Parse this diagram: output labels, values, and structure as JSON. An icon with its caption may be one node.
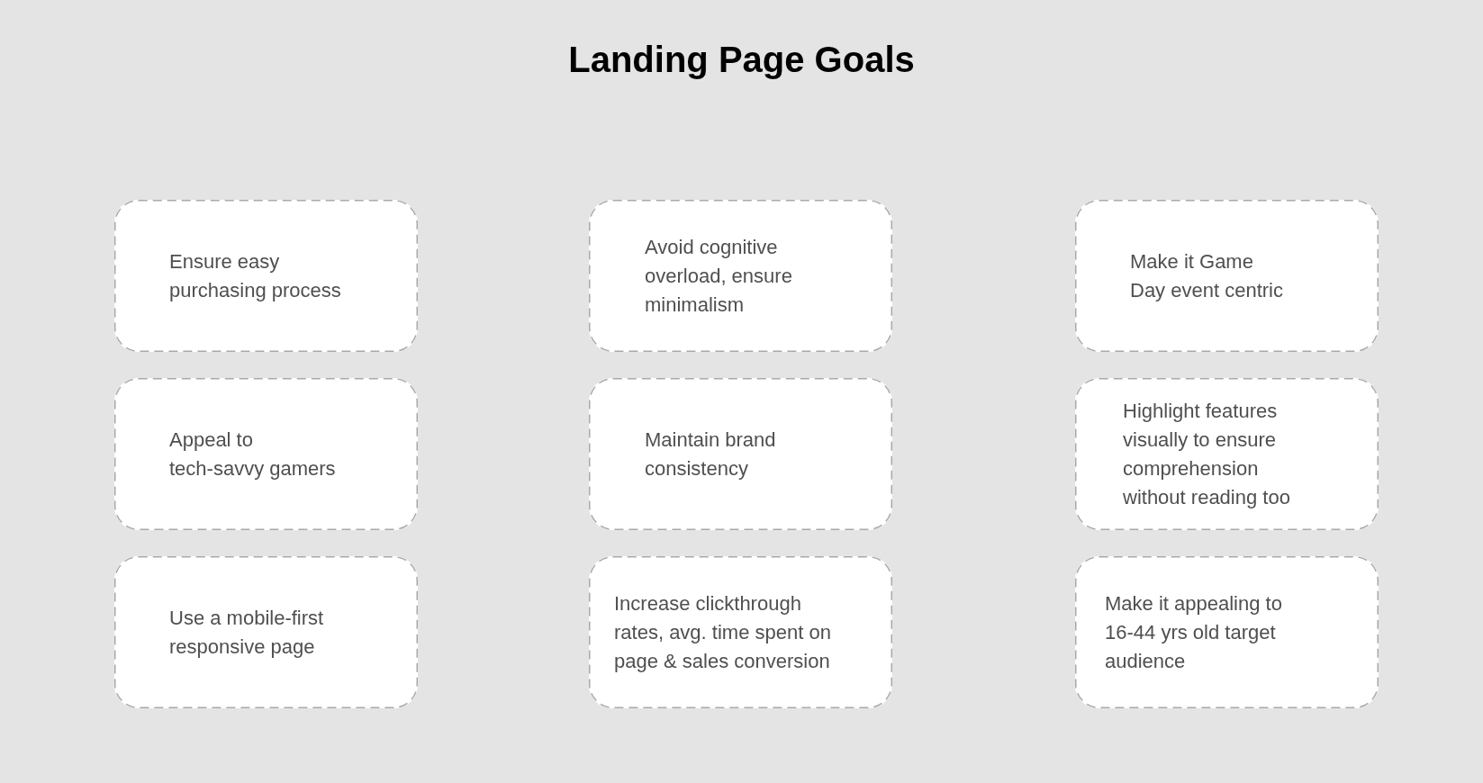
{
  "diagram": {
    "title": "Landing Page Goals",
    "nodes": [
      {
        "text": [
          "Ensure easy purchasing process"
        ]
      },
      {
        "text": [
          "Avoid cognitive overload, ensure minimalism"
        ]
      },
      {
        "text": [
          "Make it Game Day event centric"
        ]
      },
      {
        "text": [
          "Appeal to tech-savvy gamers"
        ]
      },
      {
        "text": [
          "Maintain brand consistency"
        ]
      },
      {
        "text": [
          "Highlight features visually to ensure comprehension without reading too"
        ]
      },
      {
        "text": [
          "Use a mobile-first responsive page"
        ]
      },
      {
        "text": [
          "Increase clickthrough rates, avg. time spent on page & sales conversion"
        ]
      },
      {
        "text": [
          "Make it appealing to 16-44 yrs old target audience"
        ]
      }
    ]
  }
}
